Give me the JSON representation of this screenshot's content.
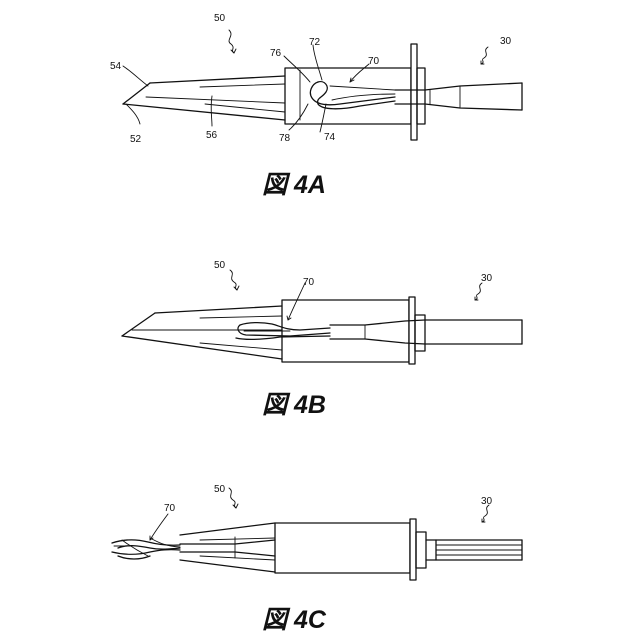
{
  "figures": [
    {
      "caption": "図 4A",
      "refs": {
        "r50": "50",
        "r30": "30",
        "r54": "54",
        "r52": "52",
        "r56": "56",
        "r76": "76",
        "r72": "72",
        "r70": "70",
        "r78": "78",
        "r74": "74"
      }
    },
    {
      "caption": "図 4B",
      "refs": {
        "r50": "50",
        "r70": "70",
        "r30": "30"
      }
    },
    {
      "caption": "図 4C",
      "refs": {
        "r70": "70",
        "r50": "50",
        "r30": "30"
      }
    }
  ],
  "colors": {
    "ink": "#111111",
    "paper": "#ffffff"
  }
}
